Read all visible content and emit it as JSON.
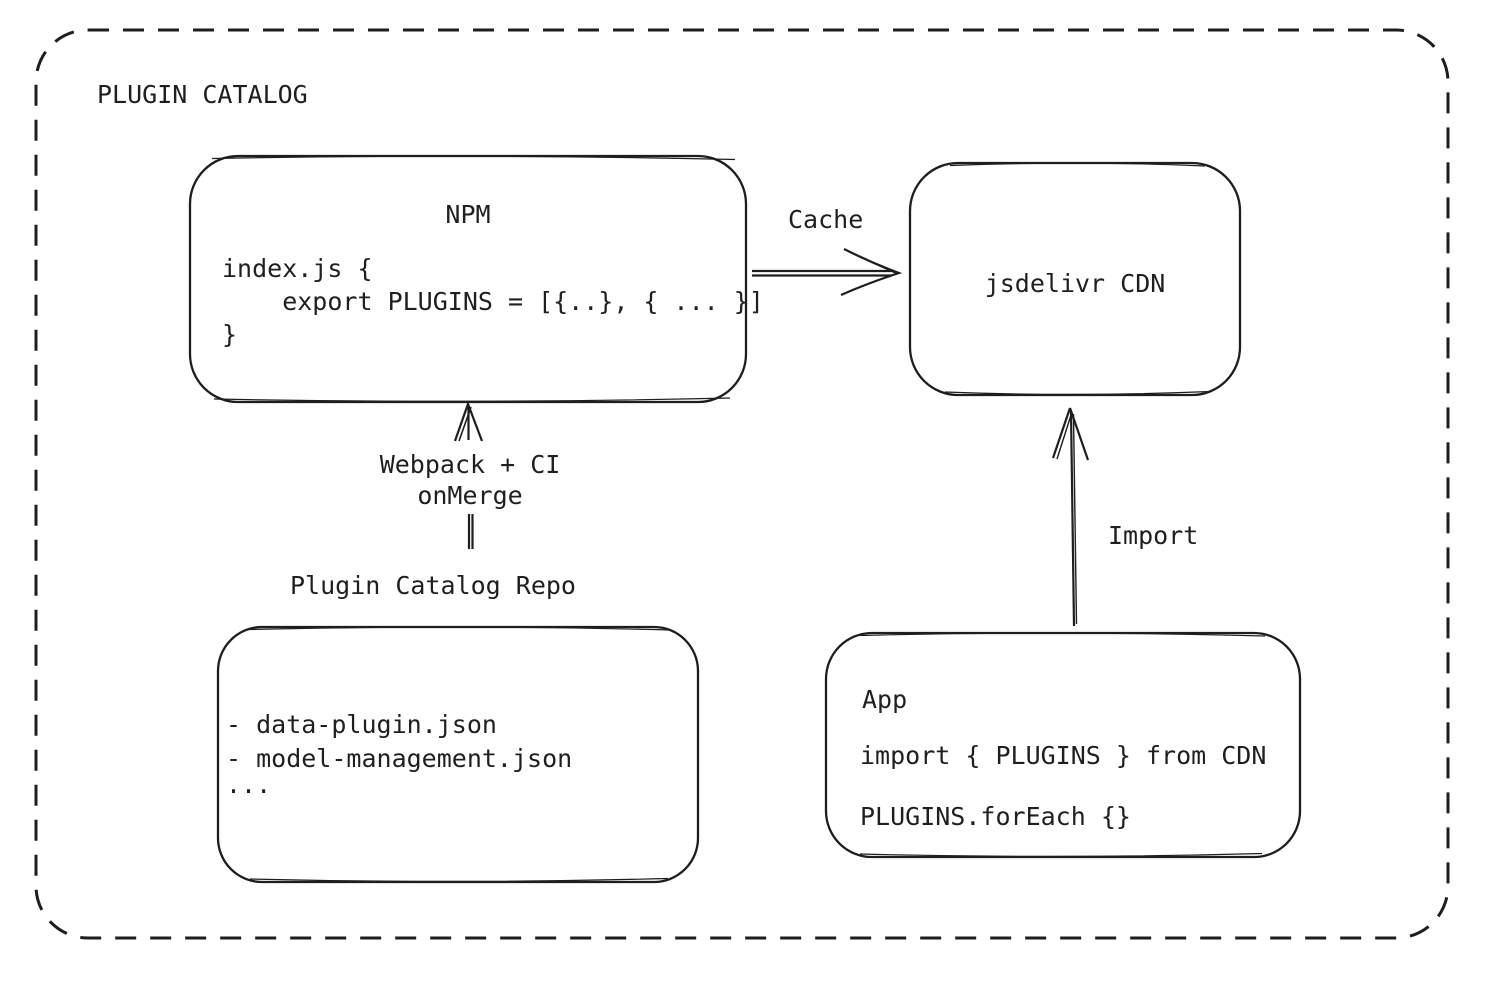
{
  "diagram": {
    "title": "PLUGIN CATALOG",
    "nodes": {
      "npm": {
        "title": "NPM",
        "code": "index.js {\n    export PLUGINS = [{..}, { ... }]\n}"
      },
      "cdn": {
        "label": "jsdelivr CDN"
      },
      "repo": {
        "label": "Plugin Catalog Repo",
        "files": [
          "- data-plugin.json",
          "- model-management.json",
          "..."
        ]
      },
      "app": {
        "title": "App",
        "code_lines": [
          "import { PLUGINS } from CDN",
          "PLUGINS.forEach {}"
        ]
      }
    },
    "edges": {
      "cache": {
        "label": "Cache"
      },
      "build": {
        "label": "Webpack + CI\nonMerge"
      },
      "import": {
        "label": "Import"
      }
    },
    "colors": {
      "stroke": "#1e1e1e",
      "background": "#ffffff"
    }
  }
}
